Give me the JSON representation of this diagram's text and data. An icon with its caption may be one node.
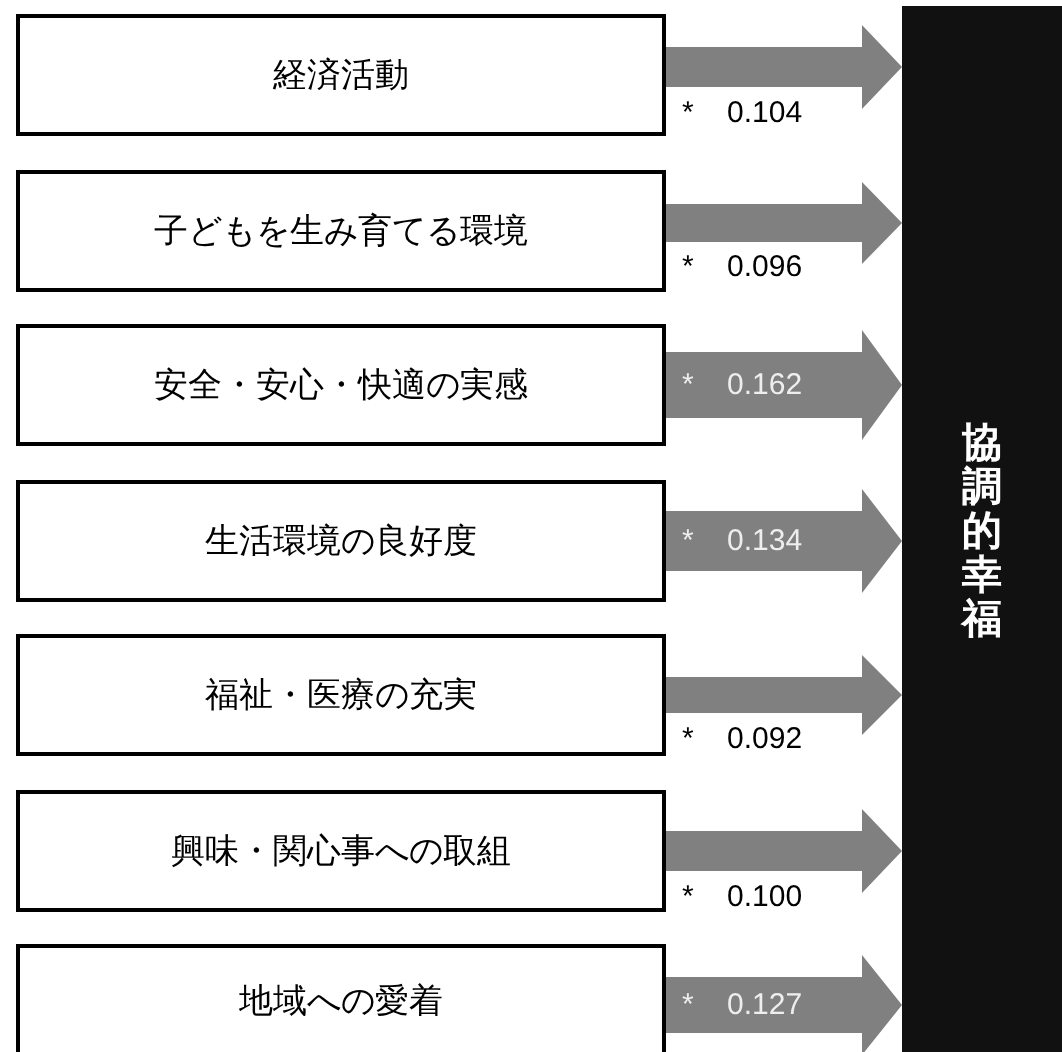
{
  "diagram": {
    "nodes": [
      {
        "text": [
          "経済活動"
        ]
      },
      {
        "text": [
          "子どもを生み育てる環境"
        ]
      },
      {
        "text": [
          "安全・安心・快適の実感"
        ]
      },
      {
        "text": [
          "生活環境の良好度"
        ]
      },
      {
        "text": [
          "福祉・医療の充実"
        ]
      },
      {
        "text": [
          "興味・関心事への取組"
        ]
      },
      {
        "text": [
          "地域への愛着"
        ]
      },
      {
        "text": [
          "協調的幸福"
        ]
      }
    ],
    "edges": [
      {
        "from": 0,
        "to": 7,
        "arrow": "to",
        "label": "* 0.104"
      },
      {
        "from": 1,
        "to": 7,
        "arrow": "to",
        "label": "* 0.096"
      },
      {
        "from": 2,
        "to": 7,
        "arrow": "to",
        "label": "* 0.162",
        "style": "thick"
      },
      {
        "from": 3,
        "to": 7,
        "arrow": "to",
        "label": "* 0.134",
        "style": "thick"
      },
      {
        "from": 4,
        "to": 7,
        "arrow": "to",
        "label": "* 0.092"
      },
      {
        "from": 5,
        "to": 7,
        "arrow": "to",
        "label": "* 0.100"
      },
      {
        "from": 6,
        "to": 7,
        "arrow": "to",
        "label": "* 0.127",
        "style": "thick"
      }
    ]
  }
}
